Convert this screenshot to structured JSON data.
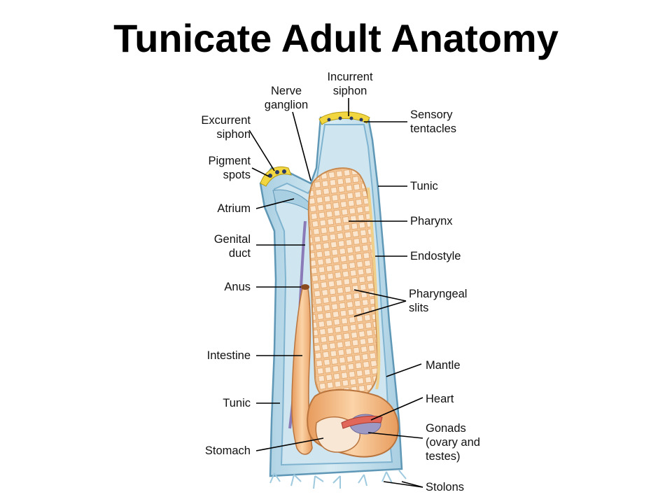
{
  "title": "Tunicate Adult Anatomy",
  "labels": {
    "incurrent_siphon": [
      "Incurrent",
      "siphon"
    ],
    "nerve_ganglion": [
      "Nerve",
      "ganglion"
    ],
    "excurrent_siphon": [
      "Excurrent",
      "siphon"
    ],
    "pigment_spots": [
      "Pigment",
      "spots"
    ],
    "atrium": "Atrium",
    "genital_duct": [
      "Genital",
      "duct"
    ],
    "anus": "Anus",
    "intestine": "Intestine",
    "tunic_left": "Tunic",
    "stomach": "Stomach",
    "sensory_tentacles": [
      "Sensory",
      "tentacles"
    ],
    "tunic_right": "Tunic",
    "pharynx": "Pharynx",
    "endostyle": "Endostyle",
    "pharyngeal_slits": [
      "Pharyngeal",
      "slits"
    ],
    "mantle": "Mantle",
    "heart": "Heart",
    "gonads": [
      "Gonads",
      "(ovary and",
      "testes)"
    ],
    "stolons": "Stolons"
  },
  "colors": {
    "tunic": "#bcdcea",
    "tunic_edge": "#5f97b6",
    "mantle": "#7fb3cf",
    "pharynx": "#f3c595",
    "pharynx_grid": "#ffffff",
    "gut": "#f0b57d",
    "gut_edge": "#b9743d",
    "heart": "#e0675a",
    "gonads": "#9c9ac4",
    "siphon_tip": "#f2d640",
    "leader": "#000000"
  }
}
